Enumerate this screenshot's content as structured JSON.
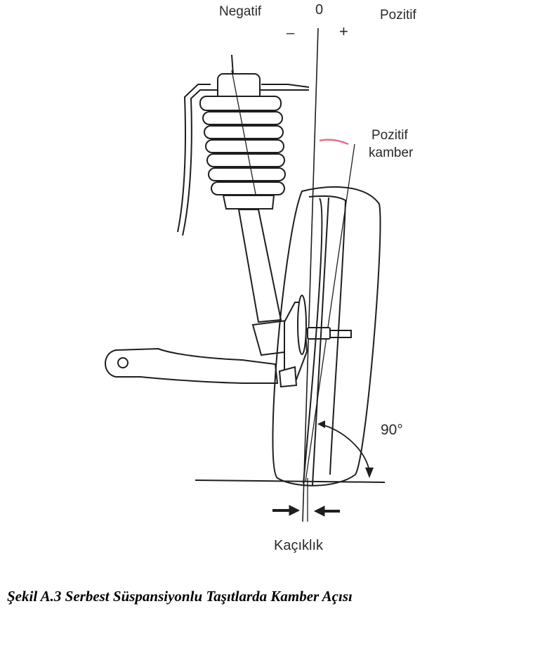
{
  "labels": {
    "negative": "Negatif",
    "zero": "0",
    "positive": "Pozitif",
    "minus": "–",
    "plus": "+",
    "positive_camber_line1": "Pozitif",
    "positive_camber_line2": "kamber",
    "right_angle": "90°",
    "offset": "Kaçıklık"
  },
  "caption": "Şekil A.3 Serbest Süspansiyonlu Taşıtlarda Kamber Açısı",
  "colors": {
    "line": "#1e1e1e",
    "camber_arc": "#e0708c"
  }
}
